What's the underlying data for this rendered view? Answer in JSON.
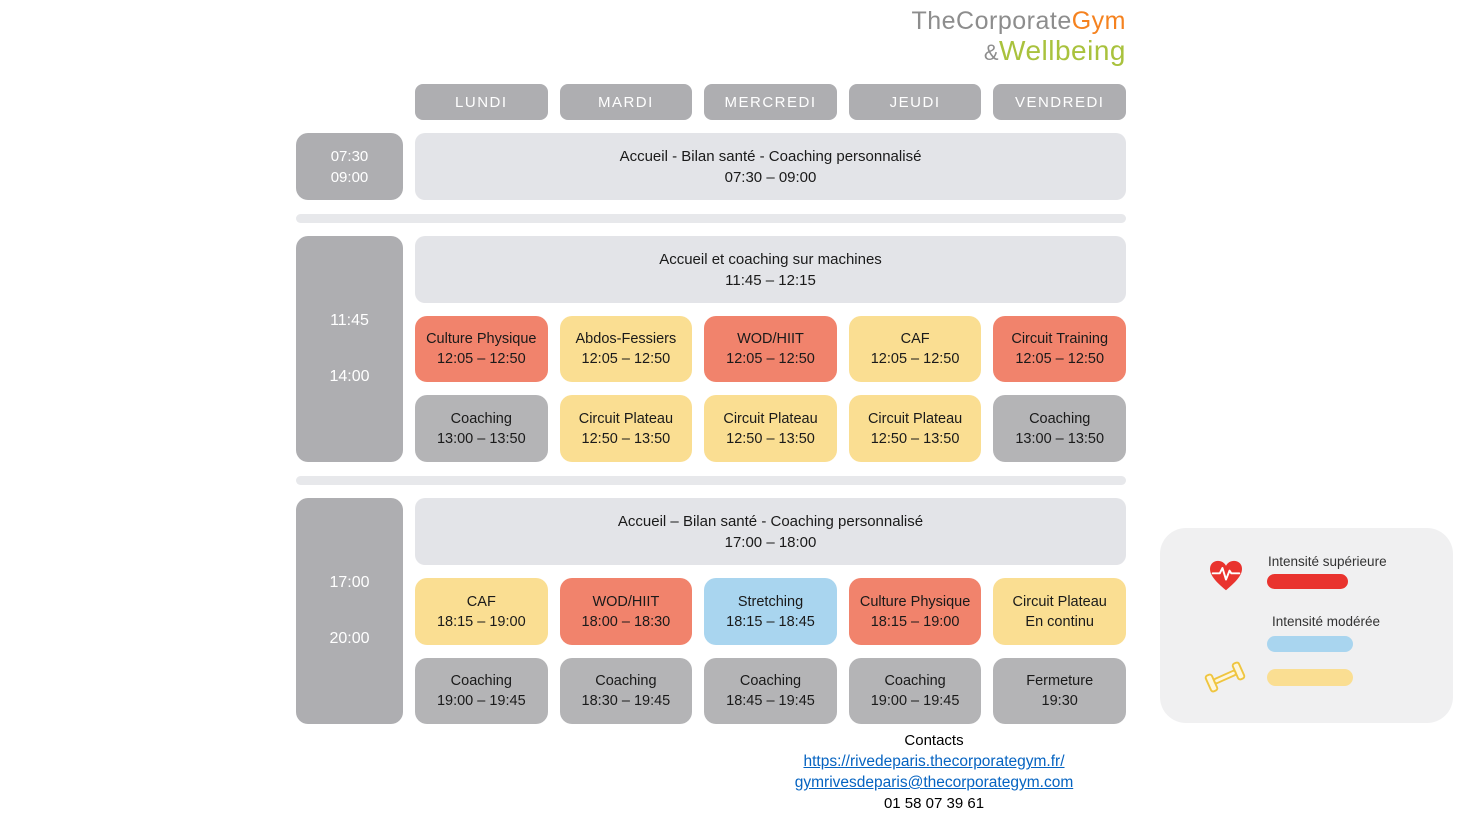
{
  "logo": {
    "line1_gray": "TheCorporate",
    "line1_orange": "Gym",
    "amp": "&",
    "line2_green": "Wellbeing"
  },
  "days": [
    "LUNDI",
    "MARDI",
    "MERCREDI",
    "JEUDI",
    "VENDREDI"
  ],
  "blocks": [
    {
      "time_start": "07:30",
      "time_end": "09:00",
      "banner_line1": "Accueil - Bilan santé - Coaching personnalisé",
      "banner_line2": "07:30 – 09:00"
    },
    {
      "time_start": "11:45",
      "time_end": "14:00",
      "banner_line1": "Accueil et coaching sur machines",
      "banner_line2": "11:45 – 12:15",
      "rows": [
        {
          "cells": [
            {
              "title": "Culture Physique",
              "time": "12:05 – 12:50",
              "intensity": "superieure"
            },
            {
              "title": "Abdos-Fessiers",
              "time": "12:05 – 12:50",
              "intensity": "moderee"
            },
            {
              "title": "WOD/HIIT",
              "time": "12:05 – 12:50",
              "intensity": "superieure"
            },
            {
              "title": "CAF",
              "time": "12:05 – 12:50",
              "intensity": "moderee"
            },
            {
              "title": "Circuit Training",
              "time": "12:05 – 12:50",
              "intensity": "superieure"
            }
          ]
        },
        {
          "cells": [
            {
              "title": "Coaching",
              "time": "13:00 – 13:50",
              "intensity": "coaching"
            },
            {
              "title": "Circuit Plateau",
              "time": "12:50 – 13:50",
              "intensity": "moderee"
            },
            {
              "title": "Circuit Plateau",
              "time": "12:50 – 13:50",
              "intensity": "moderee"
            },
            {
              "title": "Circuit Plateau",
              "time": "12:50 – 13:50",
              "intensity": "moderee"
            },
            {
              "title": "Coaching",
              "time": "13:00 – 13:50",
              "intensity": "coaching"
            }
          ]
        }
      ]
    },
    {
      "time_start": "17:00",
      "time_end": "20:00",
      "banner_line1": "Accueil – Bilan santé - Coaching personnalisé",
      "banner_line2": "17:00 – 18:00",
      "rows": [
        {
          "cells": [
            {
              "title": "CAF",
              "time": "18:15 – 19:00",
              "intensity": "moderee"
            },
            {
              "title": "WOD/HIIT",
              "time": "18:00 – 18:30",
              "intensity": "superieure"
            },
            {
              "title": "Stretching",
              "time": "18:15 – 18:45",
              "intensity": "moderee-bleue"
            },
            {
              "title": "Culture Physique",
              "time": "18:15 – 19:00",
              "intensity": "superieure"
            },
            {
              "title": "Circuit Plateau",
              "time": "En continu",
              "intensity": "moderee"
            }
          ]
        },
        {
          "cells": [
            {
              "title": "Coaching",
              "time": "19:00 – 19:45",
              "intensity": "coaching"
            },
            {
              "title": "Coaching",
              "time": "18:30 – 19:45",
              "intensity": "coaching"
            },
            {
              "title": "Coaching",
              "time": "18:45 – 19:45",
              "intensity": "coaching"
            },
            {
              "title": "Coaching",
              "time": "19:00 – 19:45",
              "intensity": "coaching"
            },
            {
              "title": "Fermeture",
              "time": "19:30",
              "intensity": "coaching"
            }
          ]
        }
      ]
    }
  ],
  "legend": {
    "high_label": "Intensité supérieure",
    "moderate_label": "Intensité modérée",
    "high_color": "#E9332E",
    "moderate_blue_color": "#A9D5EF",
    "moderate_yellow_color": "#FADE92"
  },
  "contacts": {
    "title": "Contacts",
    "website": "https://rivedeparis.thecorporategym.fr/",
    "email": "gymrivesdeparis@thecorporategym.com",
    "phone": "01 58 07 39 61"
  },
  "colors": {
    "cell_high": "#F1836C",
    "cell_moderate_yellow": "#FADE92",
    "cell_moderate_blue": "#A9D5EF",
    "cell_coaching_gray": "#B4B4B6",
    "header_gray": "#AEAEB1",
    "banner_gray": "#E3E4E8",
    "legend_bg": "#F0F0F1",
    "link_blue": "#0563C1",
    "logo_orange": "#F5821F",
    "logo_green": "#A9C23D"
  }
}
